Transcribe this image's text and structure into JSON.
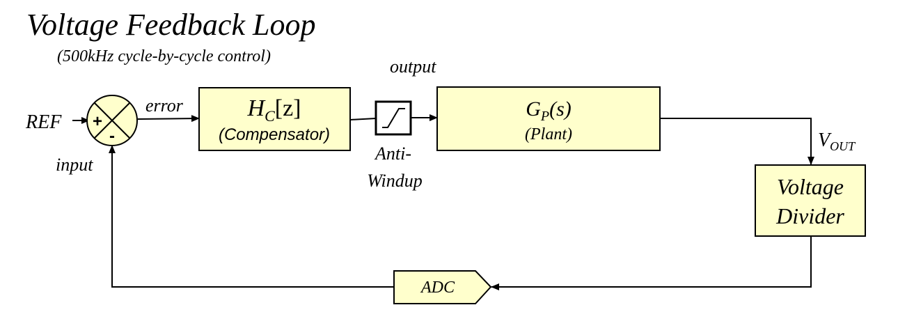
{
  "title": "Voltage Feedback Loop",
  "subtitle": "(500kHz cycle-by-cycle control)",
  "colors": {
    "block_fill": "#ffffcc",
    "stroke": "#000000",
    "background": "#ffffff"
  },
  "signals": {
    "ref": "REF",
    "error": "error",
    "input": "input",
    "output": "output",
    "vout_base": "V",
    "vout_sub": "OUT"
  },
  "summing_junction": {
    "plus": "+",
    "minus": "-"
  },
  "compensator": {
    "h": "H",
    "h_sub": "C",
    "arg": "[z]",
    "label": "(Compensator)"
  },
  "anti_windup": {
    "line1": "Anti-",
    "line2": "Windup",
    "icon": "saturation-icon"
  },
  "plant": {
    "g": "G",
    "g_sub": "P",
    "arg": "(s)",
    "label": "(Plant)"
  },
  "divider": {
    "line1": "Voltage",
    "line2": "Divider"
  },
  "adc": {
    "label": "ADC"
  }
}
